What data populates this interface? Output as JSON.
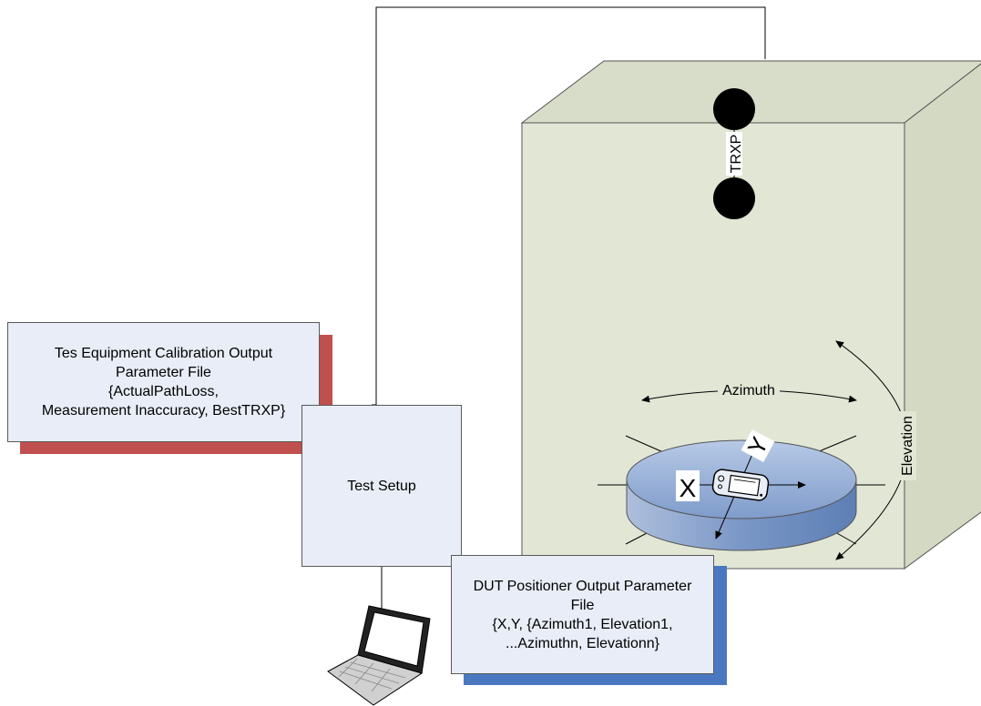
{
  "colors": {
    "chamber_front": "#e1e6d5",
    "chamber_top": "#d8ddc9",
    "chamber_side": "#d6dcc6",
    "card_fill": "#e8edf7",
    "calibration_shadow": "#c0504d",
    "dut_shadow": "#4a78c0",
    "probe": "#000000"
  },
  "probe_label": "TRXP",
  "axes": {
    "x_label": "X",
    "y_label": "Y"
  },
  "rotation": {
    "azimuth_label": "Azimuth",
    "elevation_label": "Elevation"
  },
  "calibration_file": {
    "lines": [
      "Tes Equipment Calibration Output",
      "Parameter File",
      "{ActualPathLoss,",
      "Measurement Inaccuracy, BestTRXP}"
    ]
  },
  "test_setup": {
    "label": "Test Setup"
  },
  "dut_file": {
    "lines": [
      "DUT Positioner Output Parameter",
      "File",
      "{X,Y, {Azimuth1, Elevation1,",
      "...Azimuthn, Elevationn}"
    ]
  },
  "icons": {
    "laptop": "laptop-icon",
    "device": "handheld-device-icon"
  }
}
